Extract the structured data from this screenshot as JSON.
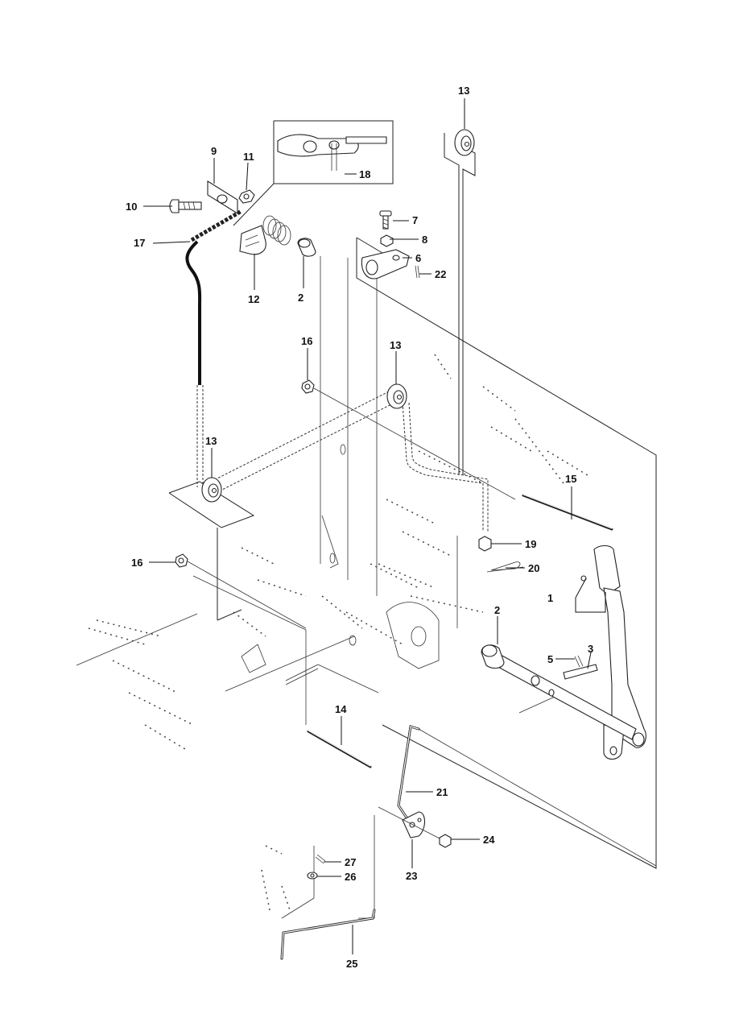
{
  "callouts": {
    "c1": "1",
    "c2a": "2",
    "c2b": "2",
    "c3": "3",
    "c5": "5",
    "c6": "6",
    "c7": "7",
    "c8": "8",
    "c9": "9",
    "c10": "10",
    "c11": "11",
    "c12": "12",
    "c13a": "13",
    "c13b": "13",
    "c13c": "13",
    "c14": "14",
    "c15": "15",
    "c16a": "16",
    "c16b": "16",
    "c17": "17",
    "c18": "18",
    "c19": "19",
    "c20": "20",
    "c21": "21",
    "c22": "22",
    "c23": "23",
    "c24": "24",
    "c25": "25",
    "c26": "26",
    "c27": "27"
  },
  "icons": {
    "pulley": "pulley-icon",
    "spring": "spring-icon",
    "bolt": "bolt-icon",
    "nut": "nut-icon",
    "chain": "chain-icon",
    "lever": "lever-icon"
  }
}
